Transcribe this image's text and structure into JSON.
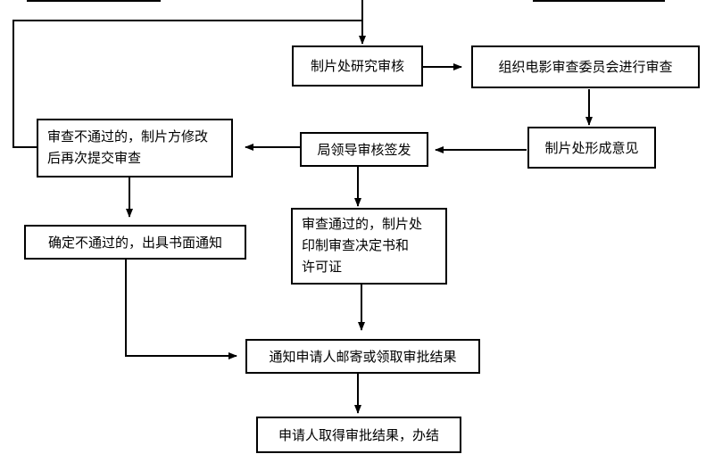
{
  "nodes": {
    "film_office_review": "制片处研究审核",
    "committee_review": "组织电影审查委员会进行审查",
    "film_office_opinion": "制片处形成意见",
    "bureau_sign": "局领导审核签发",
    "fail_revise": [
      "审查不通过的，制片方修改",
      "后再次提交审查"
    ],
    "fail_notice": "确定不通过的，出具书面通知",
    "pass_issue": [
      "审查通过的，制片处",
      "印制审查决定书和",
      "许可证"
    ],
    "notify_applicant": "通知申请人邮寄或领取审批结果",
    "applicant_obtain": "申请人取得审批结果，办结"
  }
}
